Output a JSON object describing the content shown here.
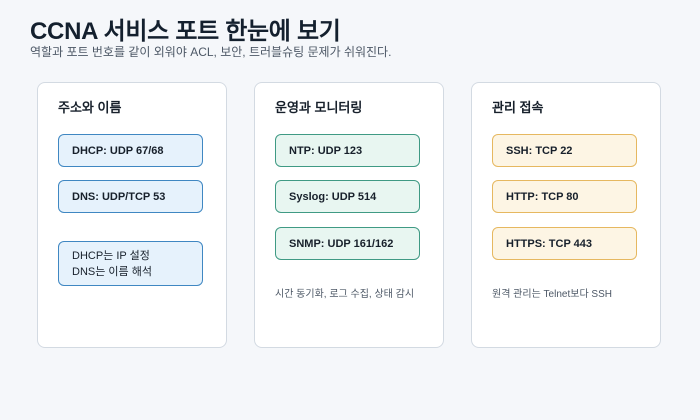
{
  "header": {
    "title": "CCNA 서비스 포트 한눈에 보기",
    "subtitle": "역할과 포트 번호를 같이 외워야 ACL, 보안, 트러블슈팅 문제가 쉬워진다."
  },
  "cards": [
    {
      "title": "주소와 이름",
      "items": [
        "DHCP: UDP 67/68",
        "DNS: UDP/TCP 53"
      ],
      "detail_lines": [
        "DHCP는 IP 설정",
        "DNS는 이름 해석"
      ]
    },
    {
      "title": "운영과 모니터링",
      "items": [
        "NTP: UDP 123",
        "Syslog: UDP 514",
        "SNMP: UDP 161/162"
      ],
      "note": "시간 동기화, 로그 수집, 상태 감시"
    },
    {
      "title": "관리 접속",
      "items": [
        "SSH: TCP 22",
        "HTTP: TCP 80",
        "HTTPS: TCP 443"
      ],
      "note": "원격 관리는 Telnet보다 SSH"
    }
  ],
  "colors": {
    "blue_fill": "#e6f2fc",
    "blue_border": "#3f87c2",
    "green_fill": "#e8f6f1",
    "green_border": "#3f9a84",
    "orange_fill": "#fdf5e4",
    "orange_border": "#e6b860"
  }
}
